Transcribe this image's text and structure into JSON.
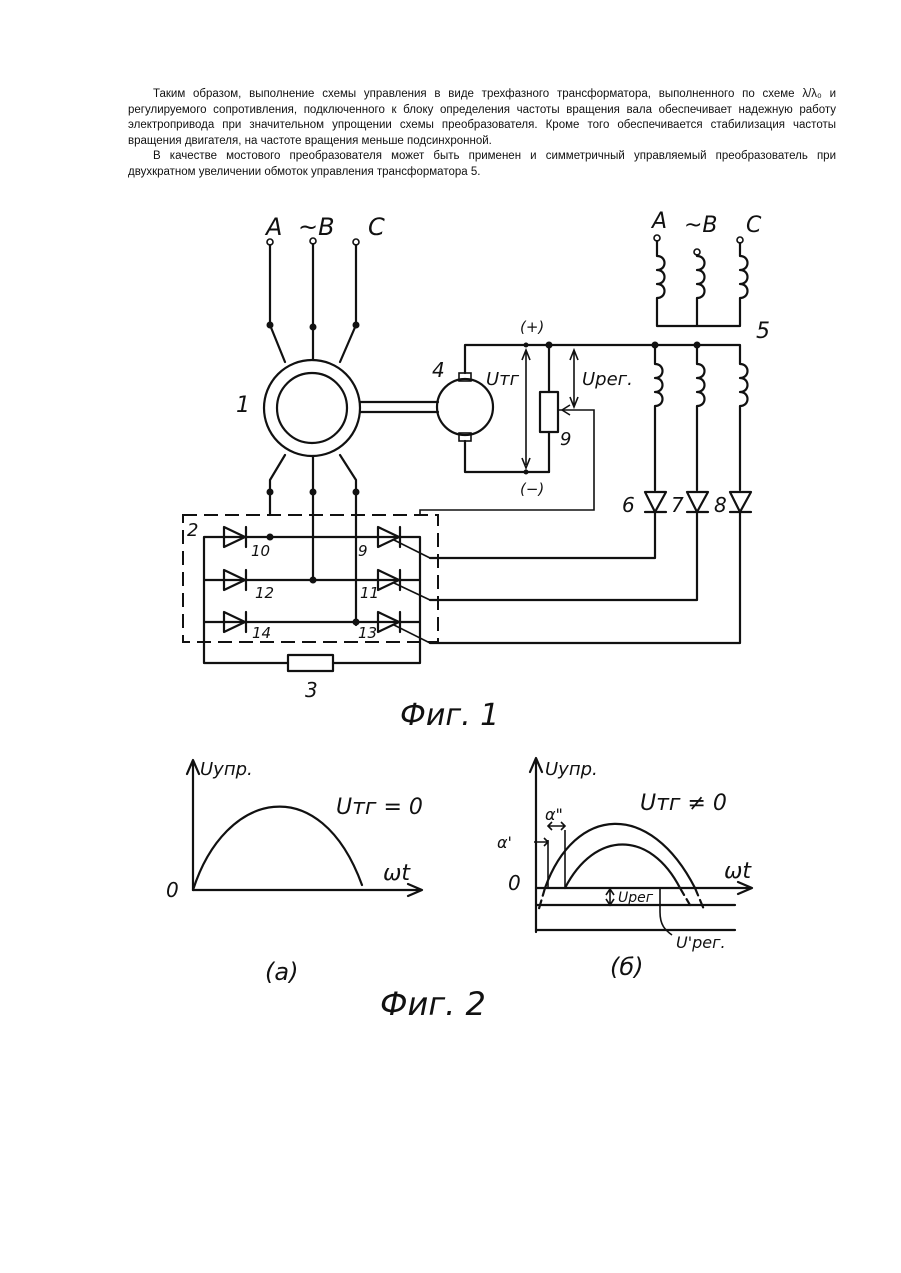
{
  "text": {
    "paragraph1": "Таким образом, выполнение схемы управления в виде трехфазного трансформатора, выполненного по схеме λ/λ₀ и регулируемого сопротивления, подключенного к блоку определения частоты вращения вала обеспечивает надежную работу электропривода при значительном упрощении схемы преобразователя. Кроме того обеспечивается стабилизация частоты вращения двигателя, на частоте вращения меньше подсинхронной.",
    "paragraph2": "В качестве мостового преобразователя может быть применен и симметричный управляемый преобразователь при двухкратном увеличении обмоток управления трансформатора 5."
  },
  "fig1": {
    "caption": "Фиг. 1",
    "phase_a": "A",
    "phase_b": "~B",
    "phase_c": "C",
    "motor_label": "1",
    "converter_label": "2",
    "resistor_label": "3",
    "tacho_label": "4",
    "transformer_label": "5",
    "pot_label": "9",
    "plus": "(+)",
    "minus": "(−)",
    "u_tg": "Uтг",
    "u_reg": "Uрег.",
    "diode6": "6",
    "diode7": "7",
    "diode8": "8",
    "d10": "10",
    "d12": "12",
    "d14": "14",
    "t9": "9",
    "t11": "11",
    "t13": "13"
  },
  "fig2": {
    "caption": "Фиг. 2",
    "a_ylabel": "Uупр.",
    "a_eq": "Uтг = 0",
    "a_origin": "0",
    "a_xlabel": "ωt",
    "a_sub": "(а)",
    "b_ylabel": "Uупр.",
    "b_eq": "Uтг ≠ 0",
    "b_origin": "0",
    "b_xlabel": "ωt",
    "b_alpha1": "α'",
    "b_alpha2": "α\"",
    "b_ureg": "Uрег",
    "b_ureg2": "U'рег.",
    "b_sub": "(б)"
  }
}
